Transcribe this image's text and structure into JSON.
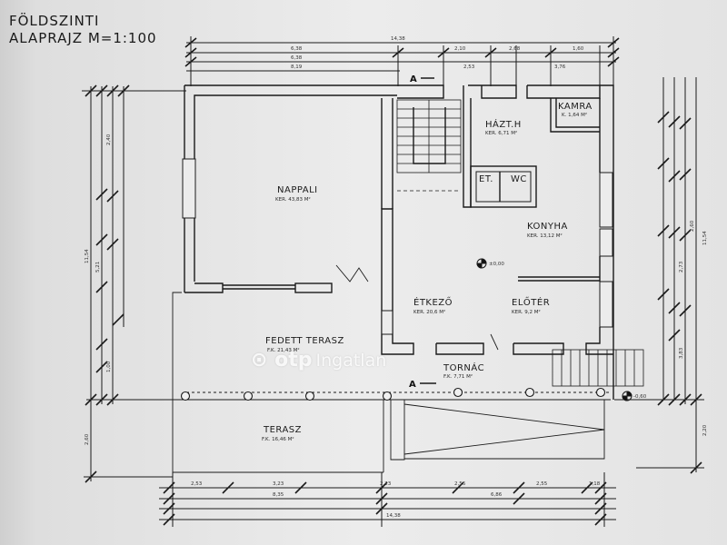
{
  "title_line1": "FÖLDSZINTI",
  "title_line2": "ALAPRAJZ M=1:100",
  "rooms": {
    "nappali": {
      "name": "NAPPALI",
      "area": "KER. 43,83 M²"
    },
    "hazt": {
      "name": "HÁZT.H",
      "area": "KER. 6,71 M²"
    },
    "kamra": {
      "name": "KAMRA",
      "area": "K. 1,64 M²"
    },
    "et": {
      "name": "ET.",
      "area": ""
    },
    "wc": {
      "name": "WC",
      "area": ""
    },
    "konyha": {
      "name": "KONYHA",
      "area": "KER. 13,12 M²"
    },
    "etkezo": {
      "name": "ÉTKEZŐ",
      "area": "KER. 20,6 M²"
    },
    "eloter": {
      "name": "ELŐTÉR",
      "area": "KER. 9,2 M²"
    },
    "fedett_terasz": {
      "name": "FEDETT TERASZ",
      "area": "F.K. 21,43 M²"
    },
    "tornac": {
      "name": "TORNÁC",
      "area": "F.K. 7,71 M²"
    },
    "terasz": {
      "name": "TERASZ",
      "area": "F.K. 16,46 M²"
    }
  },
  "section_marks": {
    "top": "A",
    "bottom": "A"
  },
  "level_marks": {
    "main": "±0,00",
    "outer": "-0,60"
  },
  "top_dims": {
    "row1": [
      "14,38"
    ],
    "row2": [
      "6,38",
      "2,10",
      "2,68",
      "1,60"
    ],
    "row3": [
      "6,38",
      "2,53",
      "3,76"
    ],
    "row4": [
      "8,19"
    ]
  },
  "bottom_dims": {
    "row1": [
      "2,53",
      "3,23",
      "2,23",
      "2,56",
      "2,55",
      "1,18"
    ],
    "row2": [
      "8,35",
      "6,86"
    ],
    "row3": [
      "14,38"
    ]
  },
  "left_dims": [
    "11,54",
    "2,40",
    "1,00",
    "5,21",
    "2,60"
  ],
  "right_dims": [
    "11,54",
    "2,73",
    "2,60",
    "3,83",
    "2,20"
  ],
  "watermark": {
    "brand": "otp",
    "sub": "Ingatlan"
  }
}
